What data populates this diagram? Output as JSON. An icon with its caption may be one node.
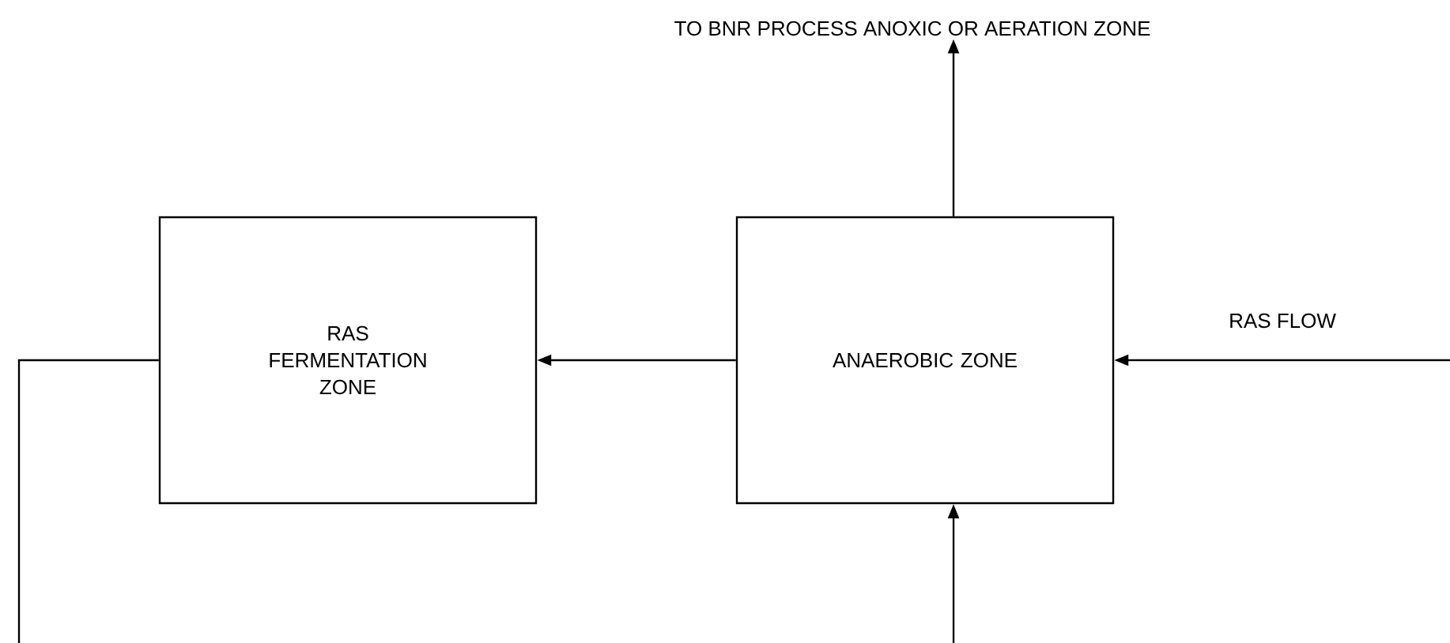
{
  "diagram": {
    "nodes": [
      {
        "text": [
          "TO BNR PROCESS ANOXIC OR AERATION ZONE"
        ]
      },
      {
        "text": [
          "RAS FERMENTATION ZONE"
        ]
      },
      {
        "text": [
          "ANAEROBIC ZONE"
        ]
      }
    ],
    "edges": [
      {
        "from": 2,
        "to": 0,
        "arrow": "to"
      },
      {
        "from": 2,
        "to": 1,
        "arrow": "to"
      },
      {
        "from": null,
        "to": 2,
        "arrow": "to",
        "label": "RAS FLOW"
      },
      {
        "from": null,
        "to": 2,
        "arrow": "to"
      },
      {
        "from": 1,
        "to": null,
        "arrow": "none"
      }
    ]
  }
}
